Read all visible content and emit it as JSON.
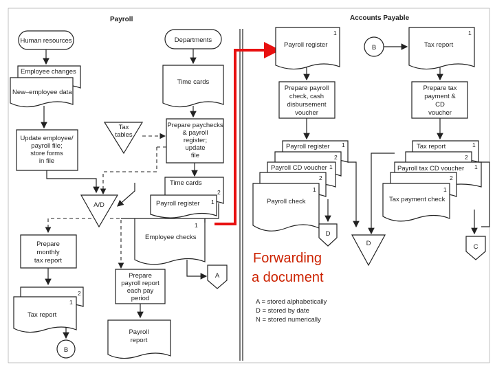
{
  "headers": {
    "payroll": "Payroll",
    "ap": "Accounts Payable"
  },
  "payroll": {
    "hr": "Human resources",
    "depts": "Departments",
    "emp_changes": "Employee changes",
    "new_emp": "New–employee data",
    "time_cards_1": "Time cards",
    "tax_tables": [
      "Tax",
      "tables"
    ],
    "update_file": [
      "Update employee/",
      "payroll file;",
      "store forms",
      "in file"
    ],
    "prepare_paychecks": [
      "Prepare paychecks",
      "& payroll",
      "register;",
      "update",
      "file"
    ],
    "ad": "A/D",
    "time_cards_2": "Time cards",
    "payroll_register": "Payroll register",
    "employee_checks": "Employee checks",
    "prepare_monthly": [
      "Prepare",
      "monthly",
      "tax report"
    ],
    "prepare_report": [
      "Prepare",
      "payroll report",
      "each pay",
      "period"
    ],
    "tax_report": "Tax report",
    "payroll_report": [
      "Payroll",
      "report"
    ],
    "conn_a": "A",
    "conn_b": "B"
  },
  "ap": {
    "payroll_register": "Payroll register",
    "conn_b": "B",
    "tax_report": "Tax report",
    "prepare_check": [
      "Prepare payroll",
      "check, cash",
      "disbursement",
      "voucher"
    ],
    "prepare_tax": [
      "Prepare tax",
      "payment &",
      "CD",
      "voucher"
    ],
    "pr_register": "Payroll register",
    "cd_voucher": "Payroll CD voucher",
    "payroll_check": "Payroll check",
    "tax_report2": "Tax report",
    "tax_cd_voucher": "Payroll tax CD voucher",
    "tax_payment_check": "Tax payment check",
    "file_d1": "D",
    "file_d2": "D",
    "conn_c": "C"
  },
  "annotation": [
    "Forwarding",
    "a document"
  ],
  "legend": [
    "A = stored alphabetically",
    "D = stored by date",
    "N = stored numerically"
  ],
  "nums": {
    "one": "1",
    "two": "2"
  }
}
